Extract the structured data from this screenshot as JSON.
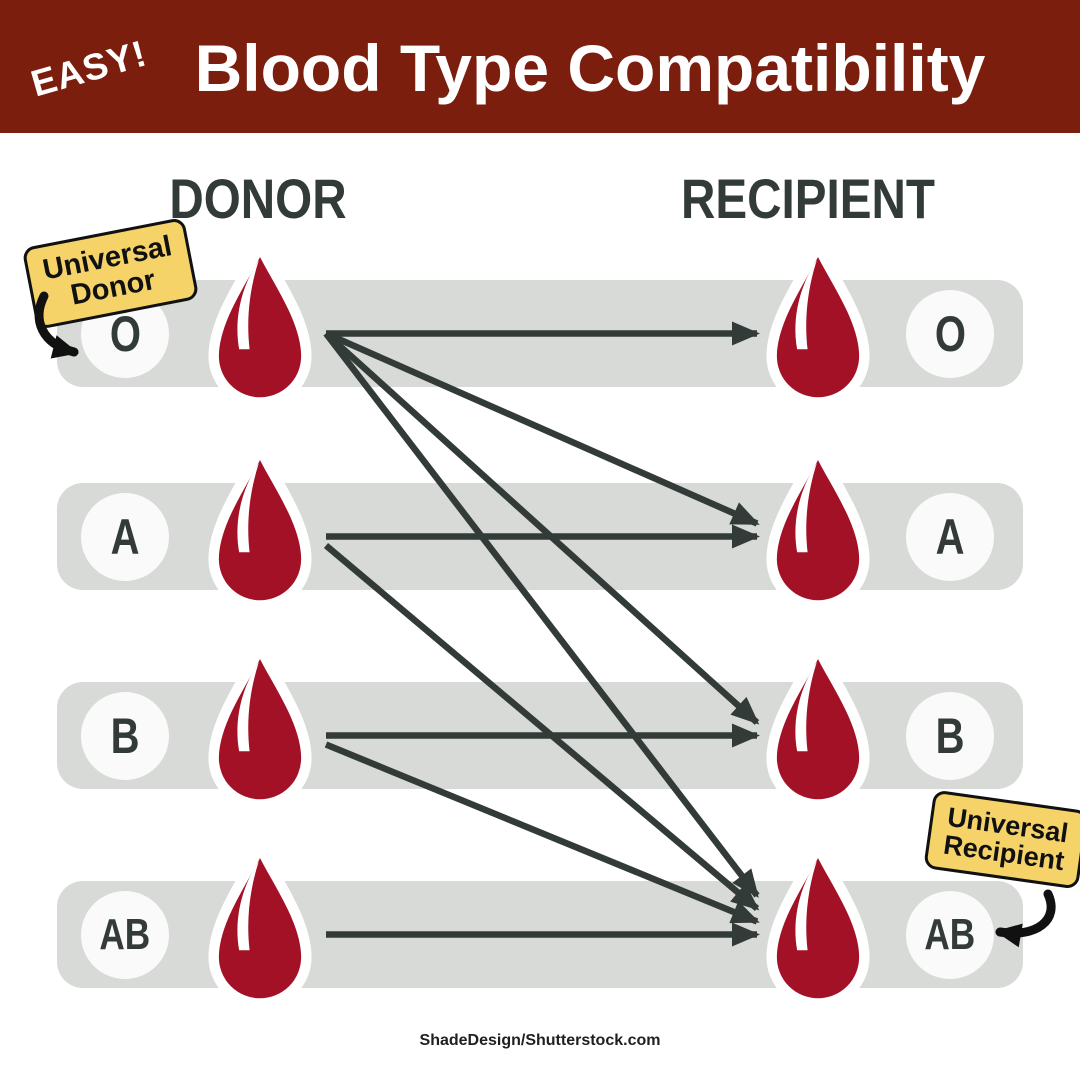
{
  "header": {
    "badge": "EASY!",
    "title": "Blood Type Compatibility"
  },
  "columns": {
    "donor": "DONOR",
    "recipient": "RECIPIENT"
  },
  "blood_types": [
    "O",
    "A",
    "B",
    "AB"
  ],
  "annotations": {
    "universal_donor": {
      "line1": "Universal",
      "line2": "Donor",
      "points_to": "O donor"
    },
    "universal_recipient": {
      "line1": "Universal",
      "line2": "Recipient",
      "points_to": "AB recipient"
    }
  },
  "diagram": {
    "type": "bipartite-flow",
    "description": "Arrows from donor blood type to compatible recipient blood type",
    "edges": [
      {
        "from": "O",
        "to": "O"
      },
      {
        "from": "O",
        "to": "A"
      },
      {
        "from": "O",
        "to": "B"
      },
      {
        "from": "O",
        "to": "AB"
      },
      {
        "from": "A",
        "to": "A"
      },
      {
        "from": "A",
        "to": "AB"
      },
      {
        "from": "B",
        "to": "B"
      },
      {
        "from": "B",
        "to": "AB"
      },
      {
        "from": "AB",
        "to": "AB"
      }
    ]
  },
  "credit": "ShadeDesign/Shutterstock.com",
  "colors": {
    "header_bg": "#7c1e0e",
    "title_text": "#ffffff",
    "row_bar": "#d7dad6",
    "charcoal": "#333b38",
    "drop_red": "#a31126",
    "tag_yellow": "#f5d369",
    "ink_black": "#111111"
  }
}
